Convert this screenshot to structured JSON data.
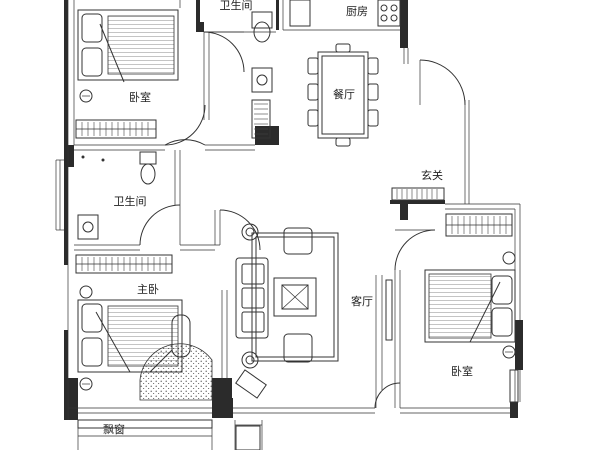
{
  "rooms": {
    "bedroom_top_left": "卧室",
    "bathroom_top": "卫生间",
    "kitchen": "厨房",
    "dining": "餐厅",
    "entrance": "玄关",
    "bathroom_middle": "卫生间",
    "master_bedroom": "主卧",
    "living_room": "客厅",
    "bedroom_right": "卧室",
    "bay_window": "飘窗"
  },
  "colors": {
    "wall": "#2b2b2b",
    "line": "#333333",
    "background": "#ffffff"
  }
}
